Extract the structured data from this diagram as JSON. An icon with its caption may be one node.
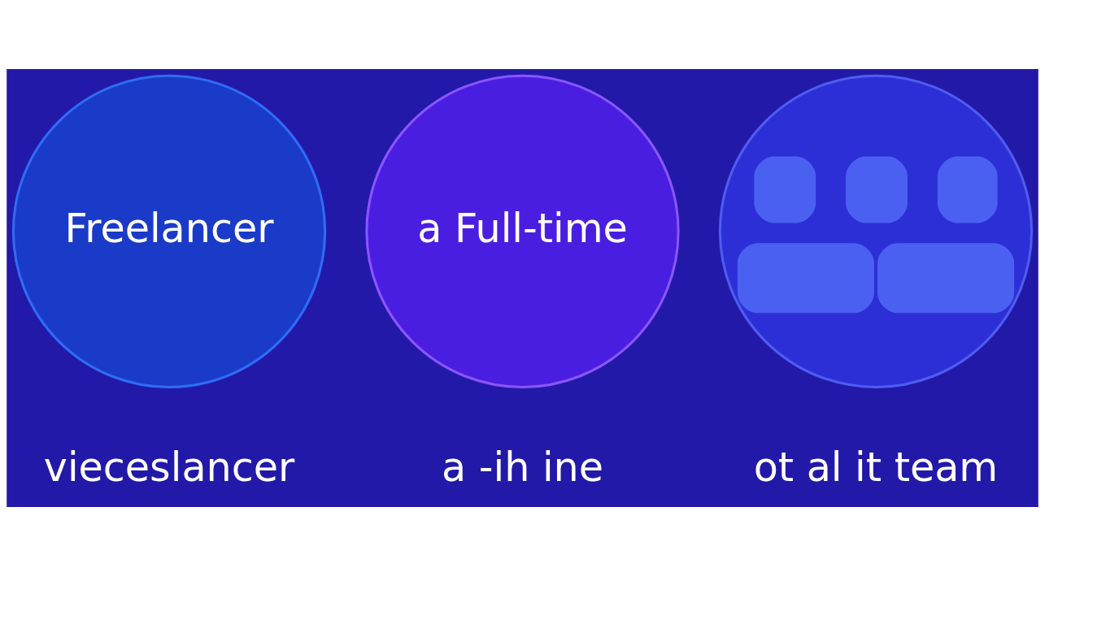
{
  "diagram": {
    "nodes": [
      {
        "text": [
          "Freelancer"
        ],
        "beside": [
          "vieceslancer"
        ]
      },
      {
        "text": [
          "a Full-time"
        ],
        "beside": [
          "a -ih ine"
        ]
      },
      {
        "text": [],
        "shape": "person",
        "beside": [
          "ot al it team"
        ]
      }
    ],
    "edges": []
  }
}
